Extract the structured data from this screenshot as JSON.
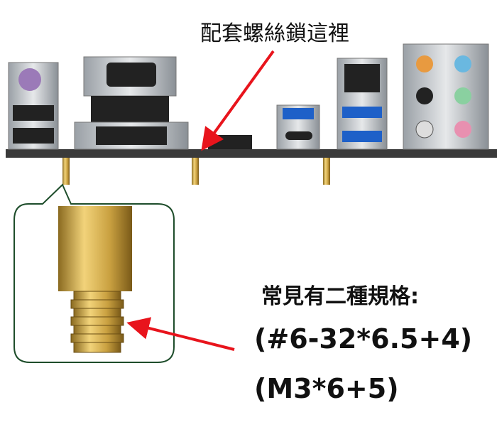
{
  "annotation": {
    "screw_location": "配套螺絲鎖這裡"
  },
  "specs": {
    "title": "常見有二種規格:",
    "items": [
      "(#6-32*6.5+4)",
      "(M3*6+5)"
    ]
  },
  "colors": {
    "arrow": "#e8141c",
    "board": "#3a3a3a",
    "brass": "#c9a040"
  }
}
